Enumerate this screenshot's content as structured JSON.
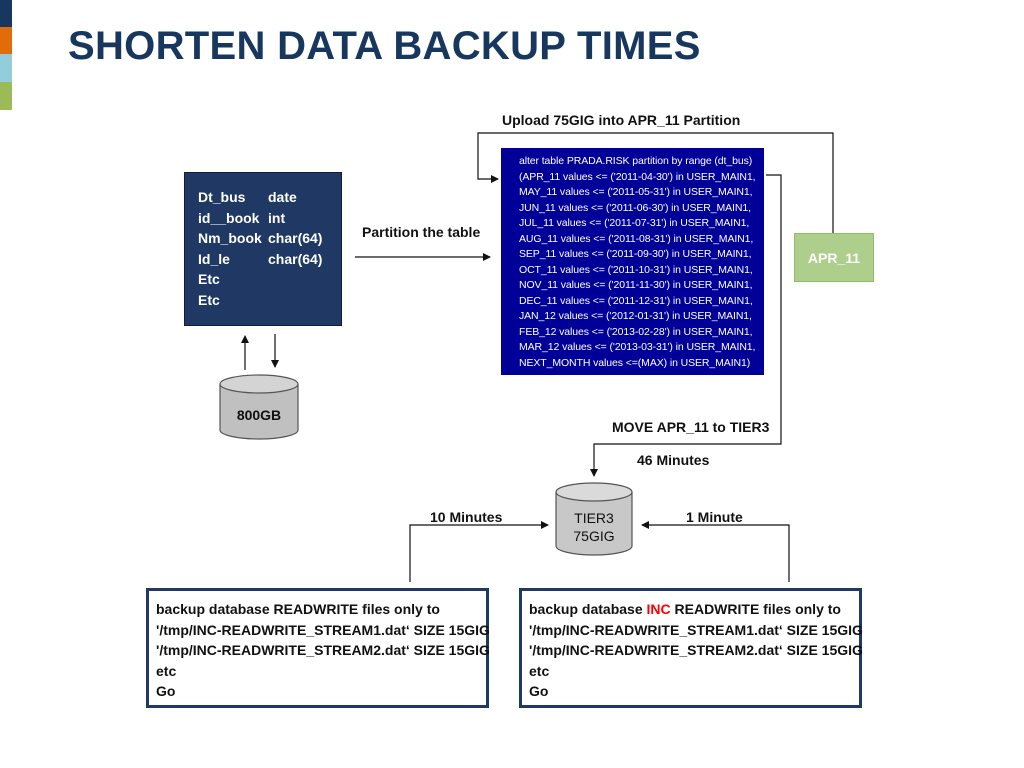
{
  "slide": {
    "title": "SHORTEN DATA BACKUP TIMES",
    "accent_colors": [
      "#17375e",
      "#e36c0a",
      "#92cddc",
      "#9bbb59"
    ]
  },
  "diagram": {
    "table_schema": {
      "rows": [
        {
          "name": "Dt_bus",
          "type": "date"
        },
        {
          "name": "id__book",
          "type": "int"
        },
        {
          "name": "Nm_book",
          "type": "char(64)"
        },
        {
          "name": "Id_le",
          "type": "char(64)"
        },
        {
          "name": "Etc",
          "type": ""
        },
        {
          "name": "Etc",
          "type": ""
        }
      ]
    },
    "disk_800": "800GB",
    "partition_label": "Partition the table",
    "upload_label": "Upload 75GIG into APR_11 Partition",
    "sql_lines": [
      "alter table PRADA.RISK  partition by range (dt_bus)",
      "(APR_11 values <= ('2011-04-30')  in USER_MAIN1,",
      "MAY_11 values <= ('2011-05-31')  in USER_MAIN1,",
      "JUN_11 values <= ('2011-06-30')   in USER_MAIN1,",
      "JUL_11 values <= ('2011-07-31')   in USER_MAIN1,",
      "AUG_11 values <= ('2011-08-31')  in USER_MAIN1,",
      "SEP_11 values <= ('2011-09-30')  in USER_MAIN1,",
      "OCT_11 values <= ('2011-10-31')  in USER_MAIN1,",
      "NOV_11 values <= ('2011-11-30')  in USER_MAIN1,",
      "DEC_11 values <= ('2011-12-31')  in USER_MAIN1,",
      "JAN_12 values <= ('2012-01-31')  in USER_MAIN1,",
      "FEB_12 values <= ('2013-02-28')  in USER_MAIN1,",
      "MAR_12 values <= ('2013-03-31')  in USER_MAIN1,",
      "NEXT_MONTH values <=(MAX) in USER_MAIN1)"
    ],
    "apr_box": "APR_11",
    "move_label": "MOVE APR_11 to TIER3",
    "move_time": "46 Minutes",
    "tier3_line1": "TIER3",
    "tier3_line2": "75GIG",
    "left_time": "10 Minutes",
    "right_time": "1 Minute",
    "left_backup": {
      "line1": "backup database READWRITE files only to",
      "line2": "'/tmp/INC-READWRITE_STREAM1.dat‘  SIZE 15GIG",
      "line3": "'/tmp/INC-READWRITE_STREAM2.dat‘  SIZE 15GIG",
      "line4": "etc",
      "line5": "Go"
    },
    "right_backup": {
      "line1_prefix": "backup database ",
      "line1_highlight": "INC",
      "line1_suffix": " READWRITE  files only to",
      "line2": "'/tmp/INC-READWRITE_STREAM1.dat‘  SIZE 15GIG",
      "line3": "'/tmp/INC-READWRITE_STREAM2.dat‘  SIZE 15GIG",
      "line4": "etc",
      "line5": "Go"
    }
  }
}
